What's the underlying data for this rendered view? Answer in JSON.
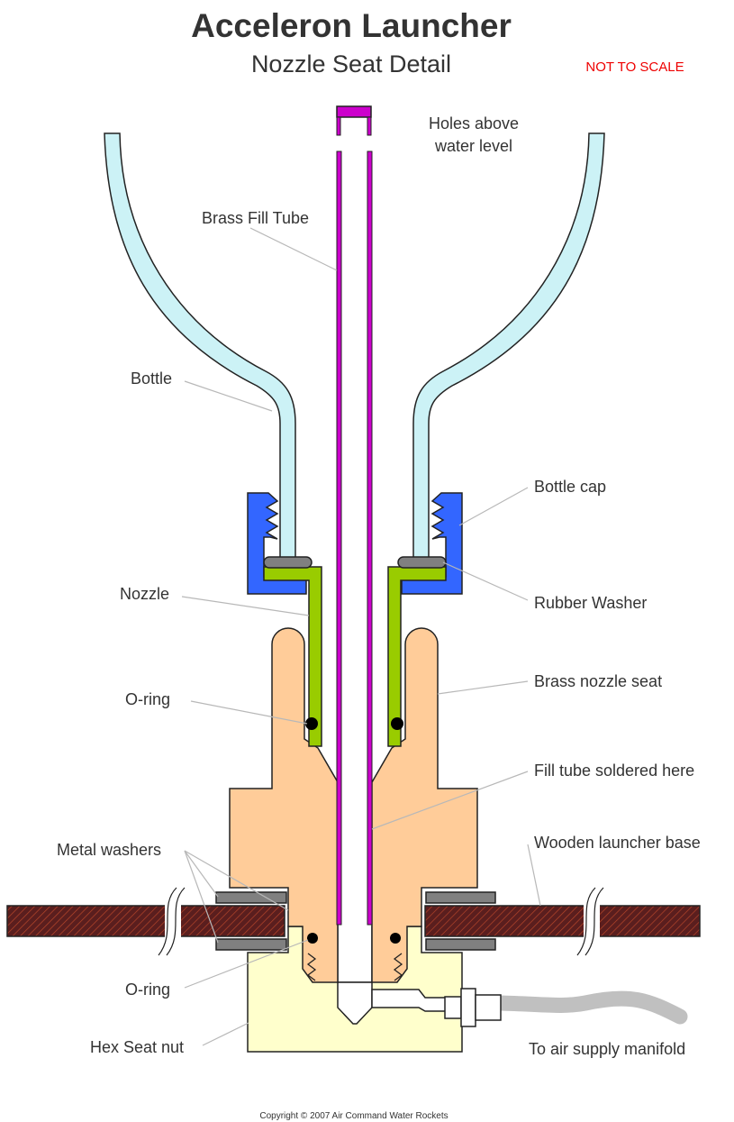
{
  "title": "Acceleron Launcher",
  "subtitle": "Nozzle Seat Detail",
  "scale_note": "NOT TO SCALE",
  "labels": {
    "holes_line1": "Holes above",
    "holes_line2": "water level",
    "brass_fill_tube": "Brass Fill Tube",
    "bottle": "Bottle",
    "bottle_cap": "Bottle cap",
    "nozzle": "Nozzle",
    "rubber_washer": "Rubber Washer",
    "brass_nozzle_seat": "Brass nozzle seat",
    "o_ring_upper": "O-ring",
    "fill_tube_soldered": "Fill tube soldered here",
    "metal_washers": "Metal washers",
    "wooden_launcher_base": "Wooden launcher base",
    "o_ring_lower": "O-ring",
    "hex_seat_nut": "Hex Seat nut",
    "air_supply": "To air supply manifold"
  },
  "copyright": "Copyright © 2007 Air Command Water Rockets",
  "colors": {
    "bottle": "#ccf2f6",
    "bottle_cap": "#3366ff",
    "nozzle": "#99cc00",
    "fill_tube": "#cc00cc",
    "nozzle_seat": "#ffcc99",
    "hex_nut": "#ffffcc",
    "washer": "#808080",
    "wood": "#5a1e1e",
    "hose": "#c0c0c0",
    "scale_note": "#ee0000"
  }
}
